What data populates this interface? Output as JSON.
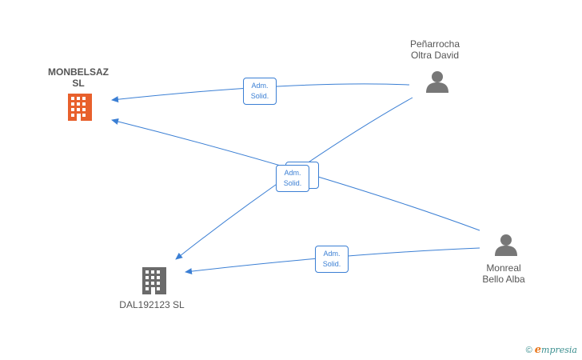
{
  "colors": {
    "edge": "#3b7fd4",
    "company_highlight": "#e8602c",
    "company": "#6b6b6b",
    "person": "#777777"
  },
  "nodes": {
    "company_main": {
      "label_line1": "MONBELSAZ",
      "label_line2": "SL",
      "icon": "building-icon"
    },
    "company_second": {
      "label": "DAL192123  SL",
      "icon": "building-icon"
    },
    "person_top": {
      "label_line1": "Peñarrocha",
      "label_line2": "Oltra David",
      "icon": "person-icon"
    },
    "person_bottom": {
      "label_line1": "Monreal",
      "label_line2": "Bello Alba",
      "icon": "person-icon"
    }
  },
  "edges": [
    {
      "from": "Peñarrocha Oltra David",
      "to": "MONBELSAZ SL",
      "role_line1": "Adm.",
      "role_line2": "Solid."
    },
    {
      "from": "Peñarrocha Oltra David",
      "to": "DAL192123 SL",
      "role_line1": "Adm.",
      "role_line2": "Solid."
    },
    {
      "from": "Monreal Bello Alba",
      "to": "MONBELSAZ SL",
      "role_line1": "Adm.",
      "role_line2": "Solid."
    },
    {
      "from": "Monreal Bello Alba",
      "to": "DAL192123 SL",
      "role_line1": "Adm.",
      "role_line2": "Solid."
    }
  ],
  "badges": {
    "top": {
      "line1": "Adm.",
      "line2": "Solid."
    },
    "center": {
      "line1": "Adm.",
      "line2": "Solid."
    },
    "bottom": {
      "line1": "Adm.",
      "line2": "Solid."
    }
  },
  "watermark": {
    "copyright": "©",
    "brand_initial": "e",
    "brand_rest": "mpresia"
  }
}
